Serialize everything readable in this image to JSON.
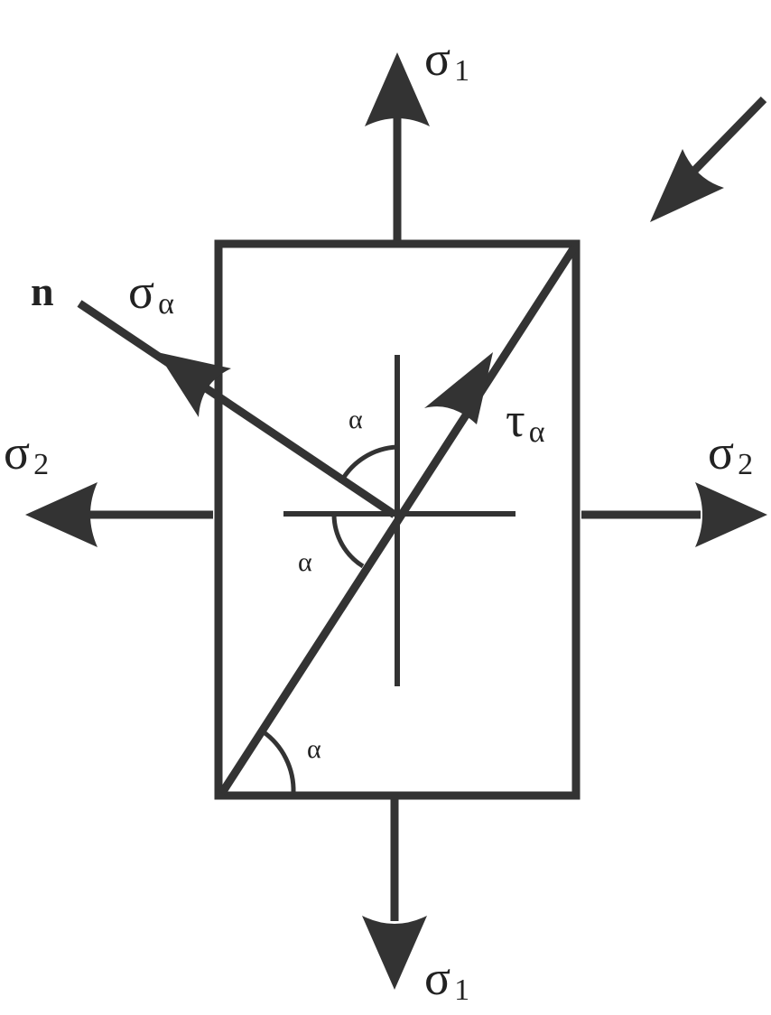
{
  "labels": {
    "sigma_1_top": "σ",
    "sigma_1_top_sub": "1",
    "sigma_1_bottom": "σ",
    "sigma_1_bottom_sub": "1",
    "sigma_2_left": "σ",
    "sigma_2_left_sub": "2",
    "sigma_2_right": "σ",
    "sigma_2_right_sub": "2",
    "normal": "n",
    "sigma_alpha": "σ",
    "sigma_alpha_sub": "α",
    "tau_alpha": "τ",
    "tau_alpha_sub": "α",
    "alpha_upper": "α",
    "alpha_center": "α",
    "alpha_corner": "α"
  }
}
